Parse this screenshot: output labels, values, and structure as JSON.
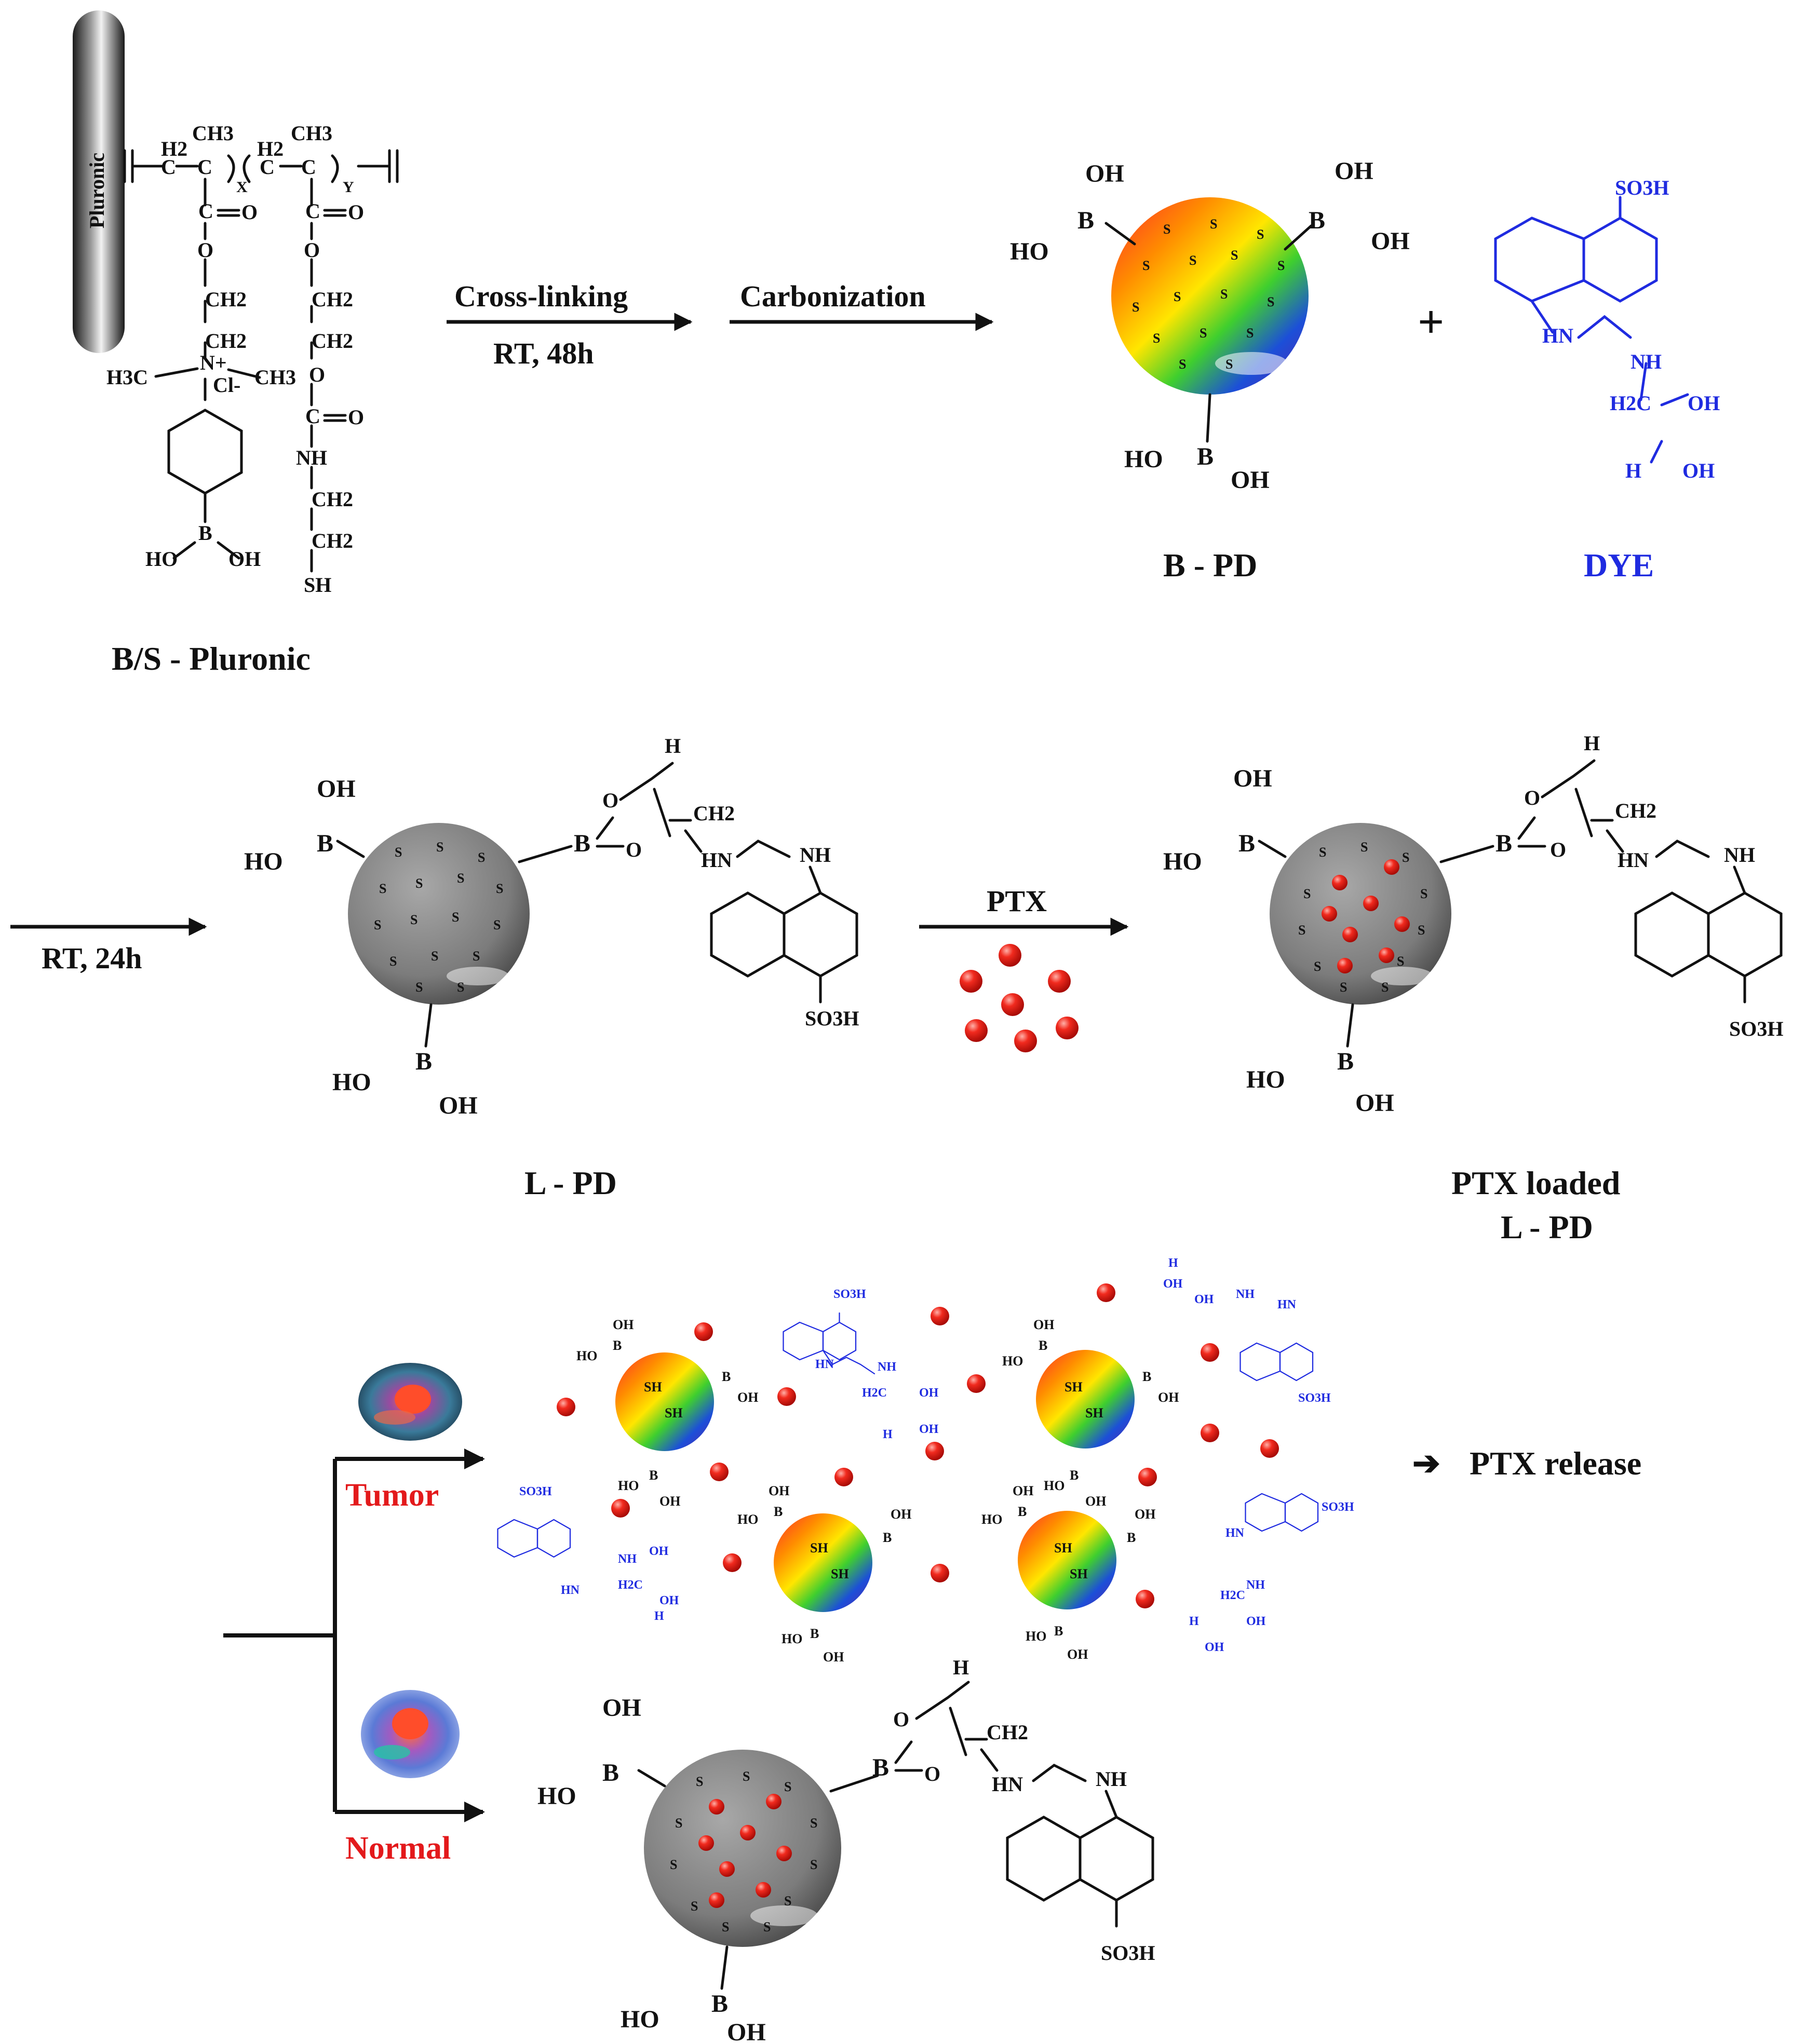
{
  "labels": {
    "bs_pluronic": "B/S - Pluronic",
    "b_pd": "B - PD",
    "dye": "DYE",
    "l_pd": "L - PD",
    "ptx_loaded_1": "PTX loaded",
    "ptx_loaded_2": "L - PD",
    "ptx_release": "PTX release",
    "tumor": "Tumor",
    "normal": "Normal",
    "plus": "+"
  },
  "arrows": {
    "crosslink_top": "Cross-linking",
    "crosslink_bottom": "RT, 48h",
    "carbonization": "Carbonization",
    "rt24": "RT, 24h",
    "ptx": "PTX"
  },
  "polymer": {
    "bar_label": "Pluronic",
    "h2a": "H2",
    "ch3a": "CH3",
    "xsub": "X",
    "h2b": "H2",
    "ch3b": "CH3",
    "ysub": "Y",
    "ch2a": "CH2",
    "ch2b": "CH2",
    "ch2c": "CH2",
    "ch2d": "CH2",
    "nplus": "N+",
    "cl": "Cl-",
    "h3c_left": "H3C",
    "ch3_right": "CH3",
    "o_ester": "O",
    "nh": "NH",
    "ch2e": "CH2",
    "ch2f": "CH2",
    "sh": "SH",
    "b": "B",
    "ho": "HO",
    "oh": "OH"
  },
  "boronic": {
    "oh": "OH",
    "ho": "HO",
    "b": "B"
  },
  "dye_struct": {
    "so3h": "SO3H",
    "hn": "HN",
    "nh": "NH",
    "h2c": "H2C",
    "oh1": "OH",
    "h": "H",
    "oh2": "OH"
  },
  "conj": {
    "h": "H",
    "o1": "O",
    "o2": "O",
    "b": "B",
    "ch2": "CH2",
    "hn": "HN",
    "nh": "NH",
    "so3h": "SO3H"
  },
  "particle_labels": {
    "s": "S",
    "sh": "SH"
  },
  "colors": {
    "text": "#111111",
    "dye_blue": "#1f2be0",
    "ptx_red": "#e81b1b",
    "label_red": "#e3191b",
    "grey_particle": "#7a7a7a"
  },
  "icons": [
    "arrow-right-icon",
    "tumor-cell-icon",
    "normal-cell-icon",
    "ptx-drug-dot-icon"
  ]
}
